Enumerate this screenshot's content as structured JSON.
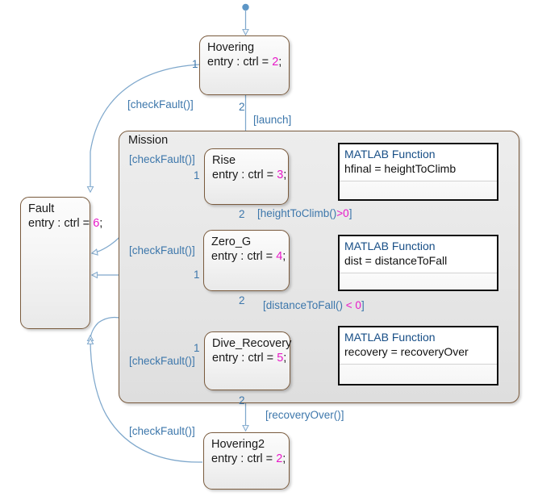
{
  "diagram": {
    "title": "Stateflow chart",
    "colors": {
      "state_border": "#7a5b3e",
      "transition": "#7fa8cc",
      "transition_label": "#3d77ab",
      "literal": "#e719c8",
      "matlab_label": "#174e86",
      "superstate_fill": "#e8e8e8",
      "canvas": "#ffffff"
    }
  },
  "states": [
    {
      "id": "hovering",
      "name": "Hovering",
      "entry_prefix": "entry : ctrl = ",
      "entry_value": "2",
      "entry_suffix": ";"
    },
    {
      "id": "fault",
      "name": "Fault",
      "entry_prefix": "entry : ctrl = ",
      "entry_value": "6",
      "entry_suffix": ";"
    },
    {
      "id": "rise",
      "name": "Rise",
      "entry_prefix": "entry : ctrl = ",
      "entry_value": "3",
      "entry_suffix": ";"
    },
    {
      "id": "zero_g",
      "name": "Zero_G",
      "entry_prefix": "entry : ctrl = ",
      "entry_value": "4",
      "entry_suffix": ";"
    },
    {
      "id": "dive_recovery",
      "name": "Dive_Recovery",
      "entry_prefix": "entry : ctrl = ",
      "entry_value": "5",
      "entry_suffix": ";"
    },
    {
      "id": "hovering2",
      "name": "Hovering2",
      "entry_prefix": "entry : ctrl = ",
      "entry_value": "2",
      "entry_suffix": ";"
    }
  ],
  "superstate": {
    "id": "mission",
    "name": "Mission"
  },
  "matlab_functions": [
    {
      "id": "height_to_climb",
      "label": "MATLAB Function",
      "signature": "hfinal = heightToClimb"
    },
    {
      "id": "distance_to_fall",
      "label": "MATLAB Function",
      "signature": "dist = distanceToFall"
    },
    {
      "id": "recovery_over",
      "label": "MATLAB Function",
      "signature": "recovery = recoveryOver"
    }
  ],
  "transitions": [
    {
      "id": "default-to-hovering",
      "from": "default",
      "to": "hovering",
      "label": "",
      "order": ""
    },
    {
      "id": "hovering-to-fault",
      "from": "hovering",
      "to": "fault",
      "label": "[checkFault()]",
      "order": "1"
    },
    {
      "id": "hovering-to-mission",
      "from": "hovering",
      "to": "mission",
      "label": "[launch]",
      "order": "2"
    },
    {
      "id": "rise-to-fault",
      "from": "rise",
      "to": "fault",
      "label": "[checkFault()]",
      "order": "1"
    },
    {
      "id": "rise-to-zero-g",
      "from": "rise",
      "to": "zero_g",
      "label_prefix": "[heightToClimb()",
      "label_literal": ">0",
      "label_suffix": "]",
      "order": "2"
    },
    {
      "id": "zero-g-to-fault",
      "from": "zero_g",
      "to": "fault",
      "label": "[checkFault()]",
      "order": "1"
    },
    {
      "id": "zero-g-to-dive-recovery",
      "from": "zero_g",
      "to": "dive_recovery",
      "label_prefix": "[distanceToFall() ",
      "label_literal": "< 0",
      "label_suffix": "]",
      "order": "2"
    },
    {
      "id": "dive-recovery-to-fault",
      "from": "dive_recovery",
      "to": "fault",
      "label": "[checkFault()]",
      "order": "1"
    },
    {
      "id": "dive-recovery-to-hovering2",
      "from": "dive_recovery",
      "to": "hovering2",
      "label": "[recoveryOver()]",
      "order": "2"
    },
    {
      "id": "hovering2-to-fault",
      "from": "hovering2",
      "to": "fault",
      "label": "[checkFault()]",
      "order": ""
    }
  ],
  "labels": {
    "check_fault_top": "[checkFault()]",
    "check_fault_rise": "[checkFault()]",
    "check_fault_zero_g": "[checkFault()]",
    "check_fault_dive": "[checkFault()]",
    "check_fault_hovering2": "[checkFault()]",
    "launch": "[launch]",
    "recovery_over": "[recoveryOver()]",
    "height_prefix": "[heightToClimb()",
    "height_literal": ">0",
    "height_suffix": "]",
    "distance_prefix": "[distanceToFall() ",
    "distance_literal": "< 0",
    "distance_suffix": "]",
    "order_1": "1",
    "order_2": "2"
  }
}
